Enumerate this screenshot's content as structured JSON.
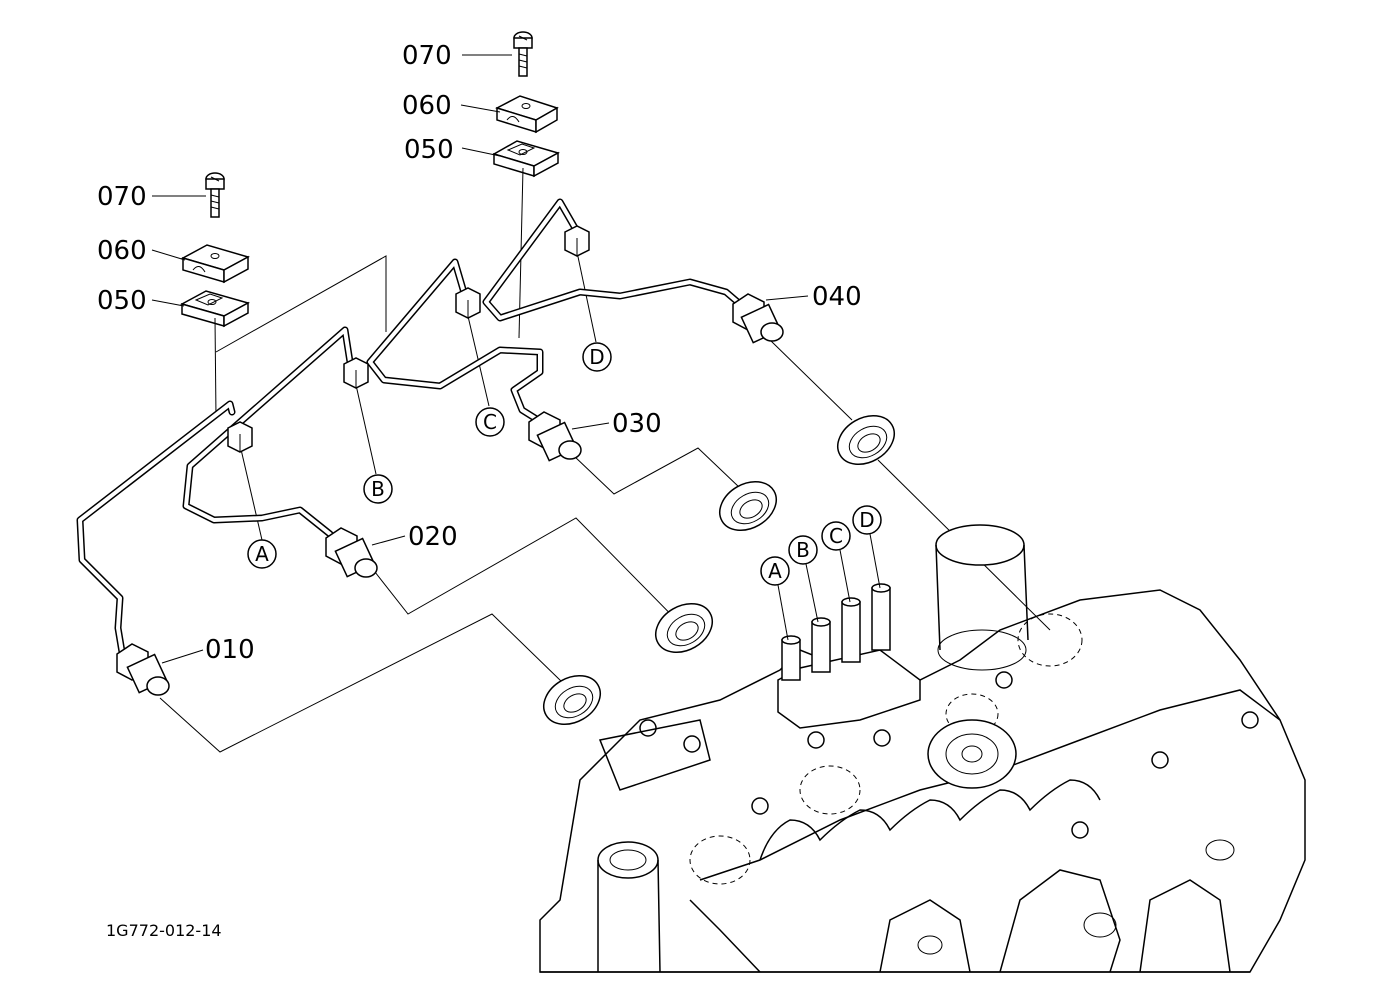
{
  "parts": {
    "p070_a": "070",
    "p060_a": "060",
    "p050_a": "050",
    "p070_b": "070",
    "p060_b": "060",
    "p050_b": "050",
    "p040": "040",
    "p030": "030",
    "p020": "020",
    "p010": "010"
  },
  "letters": {
    "pipe_a": "A",
    "pipe_b": "B",
    "pipe_c": "C",
    "pipe_d": "D",
    "engine_a": "A",
    "engine_b": "B",
    "engine_c": "C",
    "engine_d": "D"
  },
  "drawing_code": "1G772-012-14"
}
